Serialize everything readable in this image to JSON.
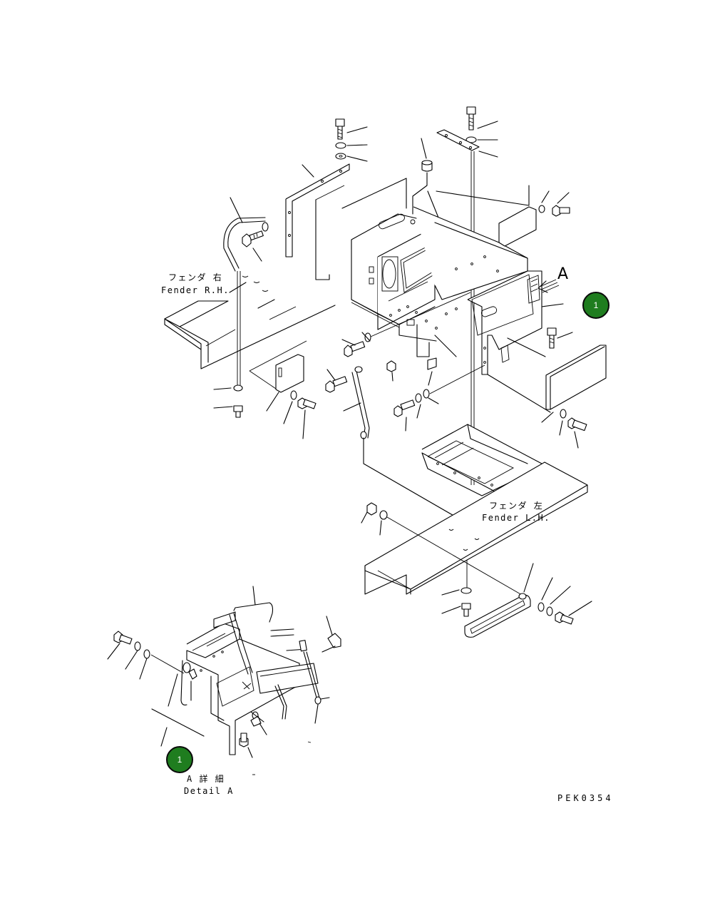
{
  "labels": {
    "fender_rh_jp": "フェンダ 右",
    "fender_rh_en": "Fender R.H.",
    "fender_lh_jp": "フェンダ 左",
    "fender_lh_en": "Fender L.H.",
    "view_arrow": "A",
    "detail_jp": "A 詳 細",
    "detail_en": "Detail A",
    "drawing_code": "PEK0354"
  },
  "callouts": [
    {
      "id": "callout-main",
      "text": "1"
    },
    {
      "id": "callout-detail",
      "text": "1"
    }
  ],
  "colors": {
    "callout_fill": "#1f7d1f",
    "line": "#000000",
    "background": "#ffffff"
  }
}
